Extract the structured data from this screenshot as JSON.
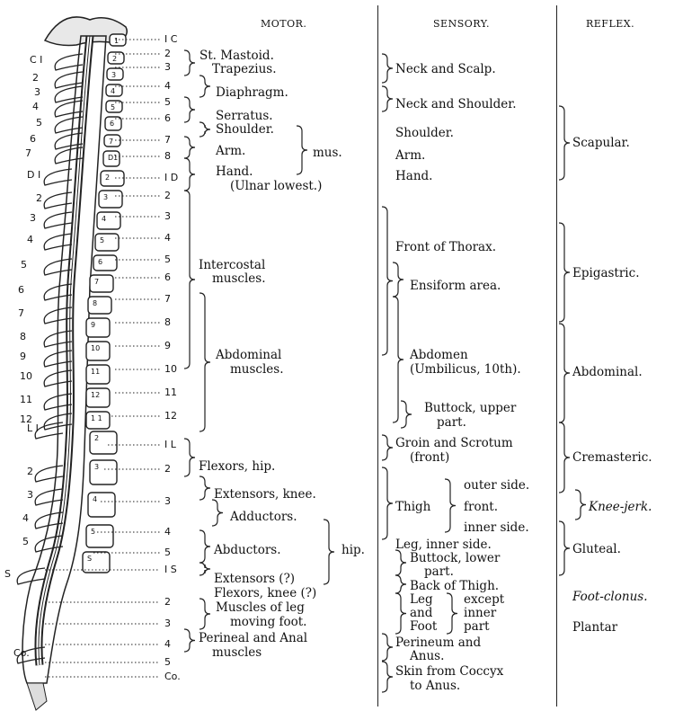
{
  "headers": {
    "motor": "MOTOR.",
    "sensory": "SENSORY.",
    "reflex": "REFLEX."
  },
  "left_nums": [
    "C I",
    "2",
    "3",
    "4",
    "5",
    "6",
    "7",
    "D I",
    "2",
    "3",
    "4",
    "5",
    "6",
    "7",
    "8",
    "9",
    "10",
    "11",
    "12",
    "L I",
    "2",
    "3",
    "4",
    "5",
    "S",
    "Co."
  ],
  "right_labels": [
    "I C",
    "2",
    "3",
    "4",
    "5",
    "6",
    "7",
    "8",
    "I D",
    "2",
    "3",
    "4",
    "5",
    "6",
    "7",
    "8",
    "9",
    "10",
    "11",
    "12",
    "I L",
    "2",
    "3",
    "4",
    "5",
    "I S",
    "2",
    "3",
    "4",
    "5",
    "Co."
  ],
  "body_nums": [
    "1",
    "2",
    "3",
    "4",
    "5",
    "6",
    "7",
    "D1",
    "2",
    "3",
    "4",
    "5",
    "6",
    "7",
    "8",
    "9",
    "10",
    "11",
    "12",
    "1 1",
    "2",
    "3",
    "4",
    "5",
    "S"
  ],
  "motor": [
    "St. Mastoid.",
    "Trapezius.",
    "Diaphragm.",
    "Serratus.",
    "Shoulder.",
    "Arm.",
    "mus.",
    "Hand.",
    "(Ulnar lowest.)",
    "Intercostal",
    "muscles.",
    "Abdominal",
    "muscles.",
    "Flexors, hip.",
    "Extensors, knee.",
    "Adductors.",
    "Abductors.",
    "hip.",
    "Extensors (?)",
    "Flexors, knee (?)",
    "Muscles of leg",
    "moving foot.",
    "Perineal and Anal",
    "muscles"
  ],
  "sensory": [
    "Neck and Scalp.",
    "Neck and Shoulder.",
    "Shoulder.",
    "Arm.",
    "Hand.",
    "Front of Thorax.",
    "Ensiform area.",
    "Abdomen",
    "(Umbilicus, 10th).",
    "Buttock, upper",
    "part.",
    "Groin and Scrotum",
    "(front)",
    "outer side.",
    "Thigh",
    "front.",
    "inner side.",
    "Leg, inner side.",
    "Buttock, lower",
    "part.",
    "Back of Thigh.",
    "Leg",
    "and",
    "Foot",
    "except",
    "inner",
    "part",
    "Perineum and",
    "Anus.",
    "Skin from Coccyx",
    "to Anus."
  ],
  "reflex": [
    "Scapular.",
    "Epigastric.",
    "Abdominal.",
    "Cremasteric.",
    "Knee-jerk.",
    "Gluteal.",
    "Foot-clonus.",
    "Plantar"
  ]
}
